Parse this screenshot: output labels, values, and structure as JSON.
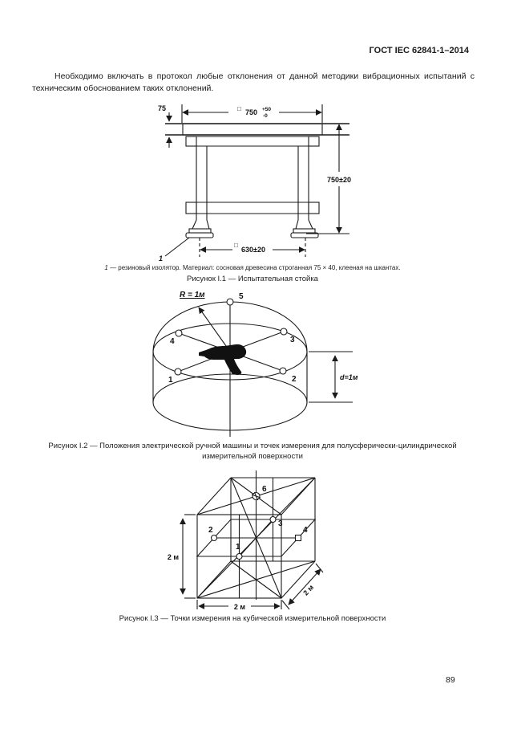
{
  "header": {
    "title": "ГОСТ IEC 62841-1–2014"
  },
  "body_text": {
    "paragraph": "Необходимо включать в протокол любые отклонения от данной методики вибрационных испытаний с техническим обоснованием таких отклонений."
  },
  "figure1": {
    "dim_thickness": "75",
    "square": "□",
    "dim_top_value": "750",
    "dim_top_tol_plus": "+50",
    "dim_top_tol_minus": "-0",
    "dim_height": "750±20",
    "dim_base": "630±20",
    "callout_ref": "1",
    "note_ref": "1",
    "note_text": "— резиновый изолятор. Материал: сосновая древесина строганная 75 × 40, клееная на шкантах.",
    "caption": "Рисунок I.1 — Испытательная стойка"
  },
  "figure2": {
    "radius_label": "R = 1м",
    "diameter_label": "d=1м",
    "point_1": "1",
    "point_2": "2",
    "point_3": "3",
    "point_4": "4",
    "point_5": "5",
    "caption_line1": "Рисунок I.2 — Положения электрической ручной машины и точек измерения для полусферически-цилиндрической",
    "caption_line2": "измерительной поверхности"
  },
  "figure3": {
    "point_1": "1",
    "point_2": "2",
    "point_3": "3",
    "point_4": "4",
    "point_6": "6",
    "dim_height": "2 м",
    "dim_width": "2 м",
    "dim_depth": "2 м",
    "caption": "Рисунок I.3 — Точки измерения на кубической измерительной поверхности"
  },
  "footer": {
    "page_number": "89"
  }
}
